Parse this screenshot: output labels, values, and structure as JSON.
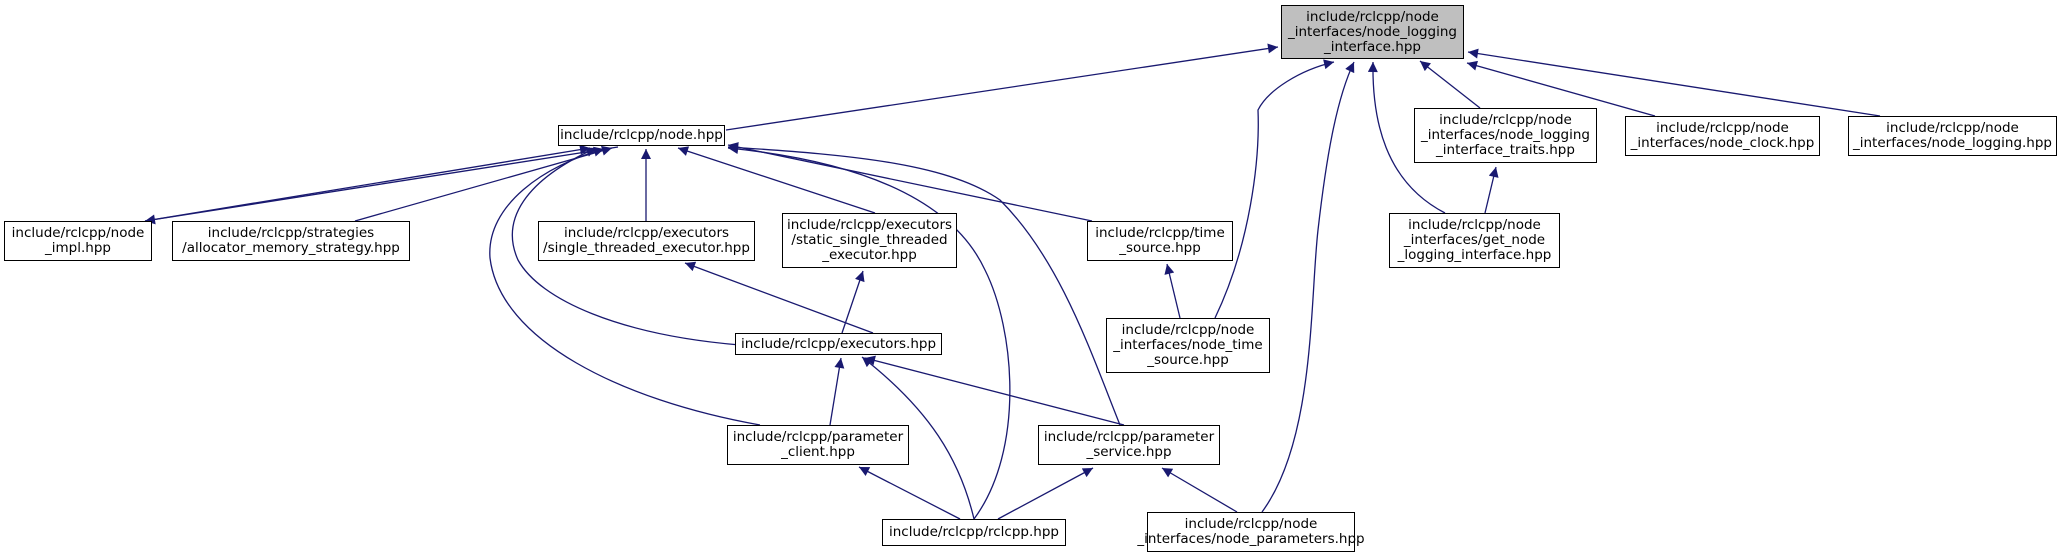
{
  "diagram": {
    "edge_color": "#191970",
    "root_fill": "#bfbfbf",
    "nodes": {
      "root": [
        "include/rclcpp/node",
        "_interfaces/node_logging",
        "_interface.hpp"
      ],
      "node": [
        "include/rclcpp/node.hpp"
      ],
      "traits": [
        "include/rclcpp/node",
        "_interfaces/node_logging",
        "_interface_traits.hpp"
      ],
      "clock": [
        "include/rclcpp/node",
        "_interfaces/node_clock.hpp"
      ],
      "logging": [
        "include/rclcpp/node",
        "_interfaces/node_logging.hpp"
      ],
      "node_impl": [
        "include/rclcpp/node",
        "_impl.hpp"
      ],
      "alloc": [
        "include/rclcpp/strategies",
        "/allocator_memory_strategy.hpp"
      ],
      "single": [
        "include/rclcpp/executors",
        "/single_threaded_executor.hpp"
      ],
      "static_single": [
        "include/rclcpp/executors",
        "/static_single_threaded",
        "_executor.hpp"
      ],
      "time_source": [
        "include/rclcpp/time",
        "_source.hpp"
      ],
      "get_node": [
        "include/rclcpp/node",
        "_interfaces/get_node",
        "_logging_interface.hpp"
      ],
      "executors": [
        "include/rclcpp/executors.hpp"
      ],
      "node_time_source": [
        "include/rclcpp/node",
        "_interfaces/node_time",
        "_source.hpp"
      ],
      "param_client": [
        "include/rclcpp/parameter",
        "_client.hpp"
      ],
      "param_service": [
        "include/rclcpp/parameter",
        "_service.hpp"
      ],
      "rclcpp": [
        "include/rclcpp/rclcpp.hpp"
      ],
      "node_params": [
        "include/rclcpp/node",
        "_interfaces/node_parameters.hpp"
      ]
    },
    "edges": [
      [
        "root",
        "node"
      ],
      [
        "root",
        "traits"
      ],
      [
        "root",
        "clock"
      ],
      [
        "root",
        "logging"
      ],
      [
        "root",
        "get_node"
      ],
      [
        "root",
        "node_time_source"
      ],
      [
        "root",
        "node_params"
      ],
      [
        "traits",
        "get_node"
      ],
      [
        "node",
        "node_impl"
      ],
      [
        "node_impl",
        "node"
      ],
      [
        "node",
        "alloc"
      ],
      [
        "node",
        "single"
      ],
      [
        "node",
        "static_single"
      ],
      [
        "node",
        "time_source"
      ],
      [
        "node",
        "executors"
      ],
      [
        "node",
        "param_client"
      ],
      [
        "node",
        "param_service"
      ],
      [
        "node",
        "rclcpp"
      ],
      [
        "single",
        "executors"
      ],
      [
        "static_single",
        "executors"
      ],
      [
        "time_source",
        "node_time_source"
      ],
      [
        "executors",
        "param_client"
      ],
      [
        "executors",
        "param_service"
      ],
      [
        "executors",
        "rclcpp"
      ],
      [
        "param_client",
        "rclcpp"
      ],
      [
        "param_service",
        "rclcpp"
      ],
      [
        "param_service",
        "node_params"
      ]
    ]
  }
}
